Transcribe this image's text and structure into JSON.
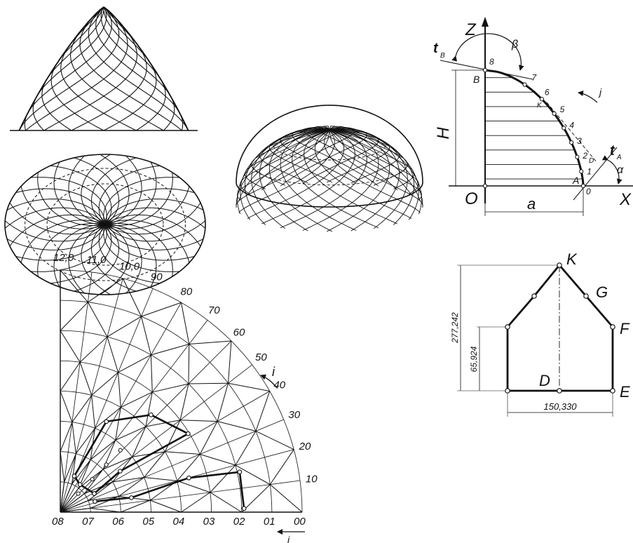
{
  "profile": {
    "axis_z": "Z",
    "axis_x": "X",
    "origin": "O",
    "height_label": "H",
    "width_label": "a",
    "angle_top": "β",
    "angle_bottom": "α",
    "tangent_top": "t",
    "tangent_top_sub": "B",
    "tangent_bottom": "t",
    "tangent_bottom_sub": "A",
    "point_top": "B",
    "point_bottom": "A",
    "point_k": "K",
    "point_d": "D",
    "direction_j": "j",
    "curve_points": [
      "0",
      "1",
      "2",
      "3",
      "4",
      "5",
      "6",
      "7",
      "8"
    ]
  },
  "facet": {
    "vertices": [
      "K",
      "G",
      "F",
      "E",
      "D"
    ],
    "dim_total_height": "277,242",
    "dim_wall_height": "65,924",
    "dim_width": "150,330"
  },
  "grid": {
    "bottom_labels": [
      "08",
      "07",
      "06",
      "05",
      "04",
      "03",
      "02",
      "01",
      "00"
    ],
    "arc_labels": [
      "10",
      "20",
      "30",
      "40",
      "50",
      "60",
      "70",
      "80",
      "90",
      "10,0",
      "11,0",
      "12,0"
    ],
    "direction_i_top": "i",
    "direction_i_bottom": "i"
  }
}
